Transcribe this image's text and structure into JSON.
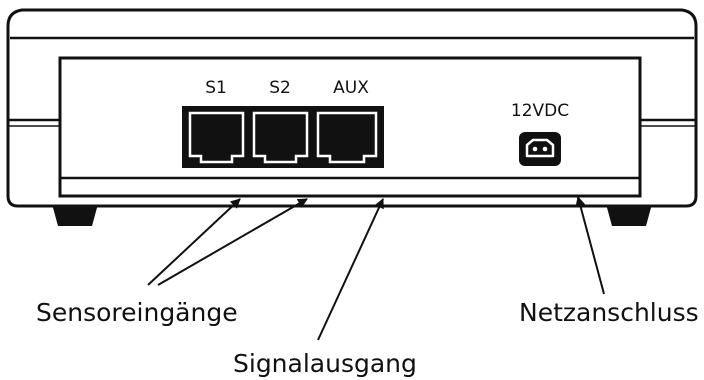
{
  "device": {
    "ports": [
      {
        "label": "S1",
        "icon": "rj-jack-icon"
      },
      {
        "label": "S2",
        "icon": "rj-jack-icon"
      },
      {
        "label": "AUX",
        "icon": "rj-jack-icon"
      }
    ],
    "power_port": {
      "label": "12VDC",
      "icon": "dc-power-socket-icon"
    }
  },
  "callouts": {
    "sensor_inputs": "Sensoreingänge",
    "signal_output": "Signalausgang",
    "power_connection": "Netzanschluss"
  }
}
